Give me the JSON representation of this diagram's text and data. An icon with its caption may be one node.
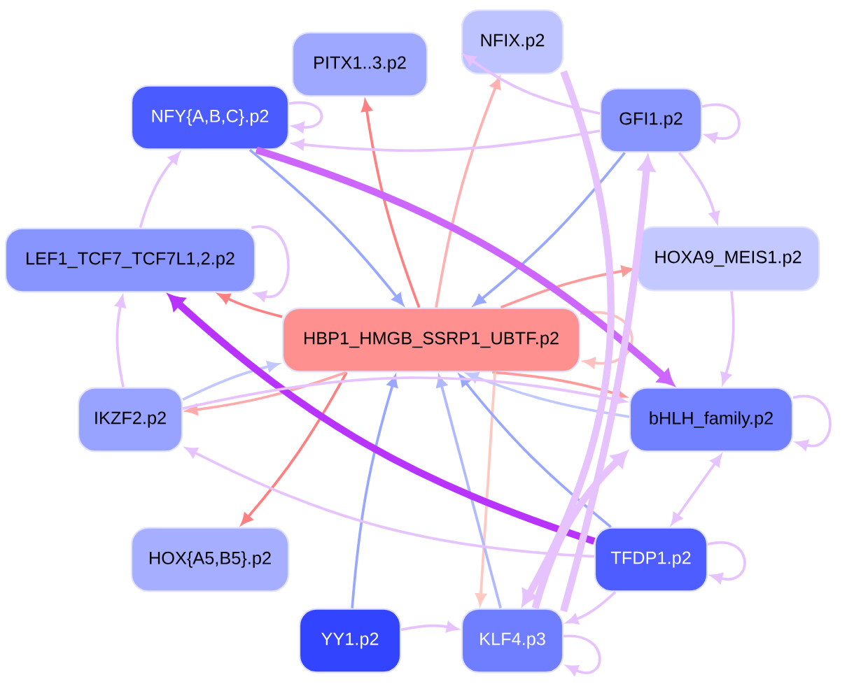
{
  "diagram": {
    "nodes": [
      {
        "text": [
          "PITX1..3.p2"
        ]
      },
      {
        "text": [
          "NFIX.p2"
        ]
      },
      {
        "text": [
          "NFY{A,B,C}.p2"
        ]
      },
      {
        "text": [
          "GFI1.p2"
        ]
      },
      {
        "text": [
          "LEF1_TCF7_TCF7L1,2.p2"
        ]
      },
      {
        "text": [
          "HOXA9_MEIS1.p2"
        ]
      },
      {
        "text": [
          "HBP1_HMGB_SSRP1_UBTF.p2"
        ]
      },
      {
        "text": [
          "IKZF2.p2"
        ]
      },
      {
        "text": [
          "bHLH_family.p2"
        ]
      },
      {
        "text": [
          "HOX{A5,B5}.p2"
        ]
      },
      {
        "text": [
          "TFDP1.p2"
        ]
      },
      {
        "text": [
          "YY1.p2"
        ]
      },
      {
        "text": [
          "KLF4.p3"
        ]
      }
    ],
    "edges": [
      {
        "from": 6,
        "to": 0,
        "arrow": "to",
        "color": "#ff8080"
      },
      {
        "from": 6,
        "to": 1,
        "arrow": "to",
        "color": "#ffb0b0"
      },
      {
        "from": 6,
        "to": 4,
        "arrow": "to",
        "color": "#ff8080"
      },
      {
        "from": 6,
        "to": 5,
        "arrow": "to",
        "color": "#ff9a9a"
      },
      {
        "from": 6,
        "to": 9,
        "arrow": "to",
        "color": "#ff8080"
      },
      {
        "from": 6,
        "to": 8,
        "arrow": "to",
        "color": "#ff9a9a"
      },
      {
        "from": 6,
        "to": 7,
        "arrow": "to",
        "color": "#ffaaaa"
      },
      {
        "from": 6,
        "to": 6,
        "arrow": "to",
        "color": "#ffc0c0"
      },
      {
        "from": 6,
        "to": 12,
        "arrow": "to",
        "color": "#ffc8c0"
      },
      {
        "from": 2,
        "to": 6,
        "arrow": "to",
        "color": "#99a8ff"
      },
      {
        "from": 3,
        "to": 6,
        "arrow": "to",
        "color": "#99a8ff"
      },
      {
        "from": 7,
        "to": 6,
        "arrow": "to",
        "color": "#c0c8ff"
      },
      {
        "from": 11,
        "to": 6,
        "arrow": "to",
        "color": "#99a8ff"
      },
      {
        "from": 10,
        "to": 6,
        "arrow": "to",
        "color": "#99a8ff"
      },
      {
        "from": 8,
        "to": 6,
        "arrow": "to",
        "color": "#c0c8ff"
      },
      {
        "from": 12,
        "to": 6,
        "arrow": "to",
        "color": "#b0b8ff"
      },
      {
        "from": 2,
        "to": 8,
        "arrow": "to",
        "style": "thick",
        "color": "#cc66ff"
      },
      {
        "from": 10,
        "to": 4,
        "arrow": "to",
        "style": "thick",
        "color": "#b833ff"
      },
      {
        "from": 2,
        "to": 2,
        "arrow": "to"
      },
      {
        "from": 3,
        "to": 3,
        "arrow": "to"
      },
      {
        "from": 4,
        "to": 4,
        "arrow": "to"
      },
      {
        "from": 8,
        "to": 8,
        "arrow": "to"
      },
      {
        "from": 10,
        "to": 10,
        "arrow": "to"
      },
      {
        "from": 12,
        "to": 12,
        "arrow": "to"
      },
      {
        "from": 4,
        "to": 2,
        "arrow": "to"
      },
      {
        "from": 7,
        "to": 4,
        "arrow": "to"
      },
      {
        "from": 3,
        "to": 5,
        "arrow": "to"
      },
      {
        "from": 5,
        "to": 8,
        "arrow": "to"
      },
      {
        "from": 10,
        "to": 8,
        "arrow": "both"
      },
      {
        "from": 10,
        "to": 12,
        "arrow": "to"
      },
      {
        "from": 11,
        "to": 12,
        "arrow": "to"
      },
      {
        "from": 12,
        "to": 3,
        "arrow": "to",
        "style": "thick"
      },
      {
        "from": 12,
        "to": 8,
        "arrow": "to",
        "style": "thick"
      },
      {
        "from": 3,
        "to": 2,
        "arrow": "to"
      },
      {
        "from": 1,
        "to": 12,
        "arrow": "to",
        "style": "thick"
      },
      {
        "from": 10,
        "to": 7,
        "arrow": "to"
      },
      {
        "from": 7,
        "to": 8,
        "arrow": "to"
      },
      {
        "from": 3,
        "to": 1,
        "arrow": "to"
      }
    ]
  }
}
